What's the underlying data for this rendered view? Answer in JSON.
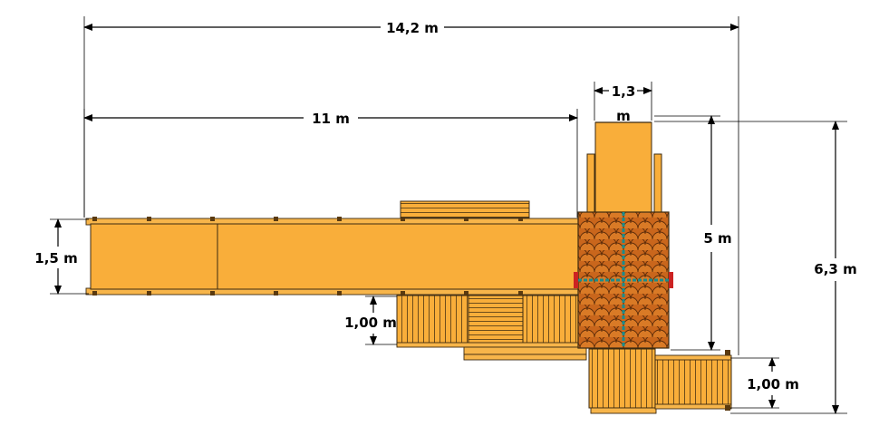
{
  "dimensions": {
    "total_length": "14,2 m",
    "bridge_length": "11 m",
    "tower_width_top": "1,3",
    "tower_width_unit": "m",
    "bridge_width": "1,5 m",
    "deck_step": "1,00 m",
    "tower_height": "5 m",
    "total_depth": "6,3 m",
    "platform_right": "1,00 m"
  },
  "colors": {
    "wood": "#f9ae3a",
    "wood_dark": "#d98c20",
    "roof": "#c9661c",
    "outline": "#3c2a10",
    "teal_accent": "#1a8c8c",
    "red_accent": "#cc2222"
  }
}
